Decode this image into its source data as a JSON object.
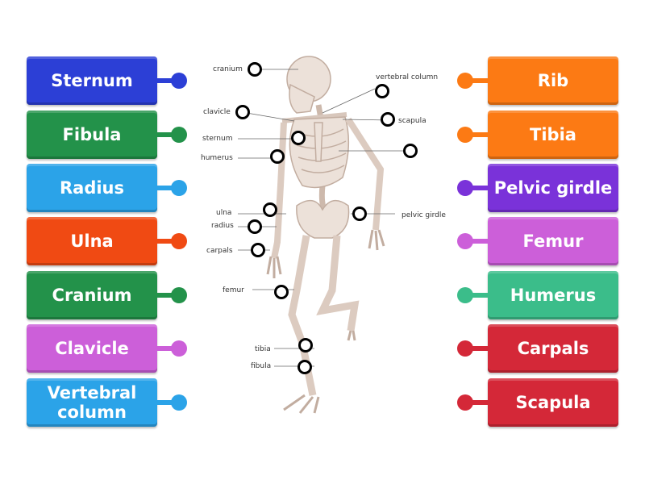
{
  "left_tiles": [
    {
      "label": "Sternum",
      "color": "#2c3fd6"
    },
    {
      "label": "Fibula",
      "color": "#23924a"
    },
    {
      "label": "Radius",
      "color": "#2ba3e8"
    },
    {
      "label": "Ulna",
      "color": "#f04a13"
    },
    {
      "label": "Cranium",
      "color": "#23924a"
    },
    {
      "label": "Clavicle",
      "color": "#cc5fd9"
    },
    {
      "label": "Vertebral column",
      "color": "#2ba3e8"
    }
  ],
  "right_tiles": [
    {
      "label": "Rib",
      "color": "#fc7a14"
    },
    {
      "label": "Tibia",
      "color": "#fc7a14"
    },
    {
      "label": "Pelvic girdle",
      "color": "#7a32d9"
    },
    {
      "label": "Femur",
      "color": "#cc5fd9"
    },
    {
      "label": "Humerus",
      "color": "#3bbd8a"
    },
    {
      "label": "Carpals",
      "color": "#d42838"
    },
    {
      "label": "Scapula",
      "color": "#d42838"
    }
  ],
  "diagram_labels": {
    "cranium": "cranium",
    "vertebral_column": "vertebral column",
    "clavicle": "clavicle",
    "scapula": "scapula",
    "sternum": "sternum",
    "humerus": "humerus",
    "ulna": "ulna",
    "radius": "radius",
    "carpals": "carpals",
    "pelvic_girdle": "pelvic girdle",
    "femur": "femur",
    "tibia": "tibia",
    "fibula": "fibula"
  }
}
